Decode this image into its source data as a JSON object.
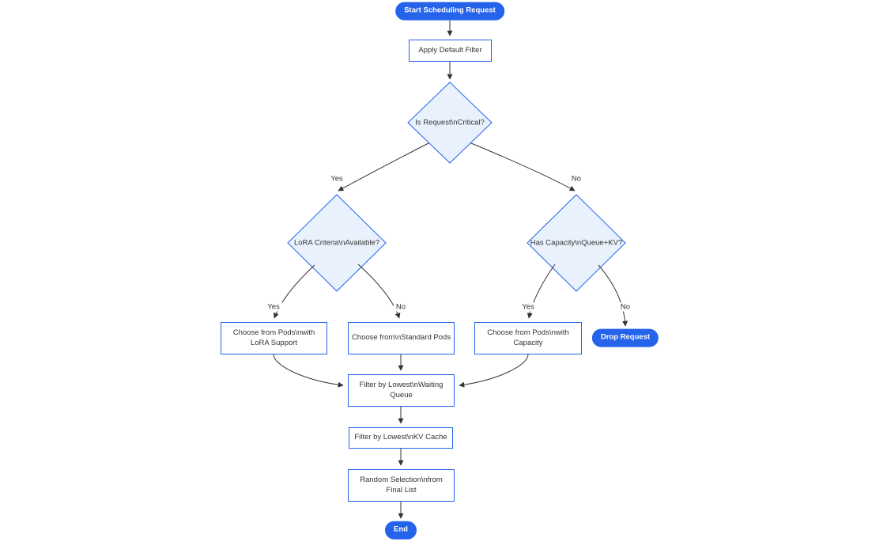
{
  "colors": {
    "accent": "#2563eb",
    "pill_fill": "#2563eb",
    "pill_text": "#ffffff",
    "node_fill": "#ffffff",
    "node_border": "#2563eb",
    "diamond_fill": "#e9f2fc",
    "node_text": "#333333",
    "edge_color": "#333333",
    "label_text": "#333333",
    "canvas_bg": "#ffffff"
  },
  "diagram": {
    "nodes": {
      "start": "Start Scheduling Request",
      "apply_filter": "Apply Default Filter",
      "is_critical": "Is Request\\nCritical?",
      "lora_available": "LoRA Criteria\\nAvailable?",
      "has_capacity": "Has Capacity\\nQueue+KV?",
      "choose_lora": "Choose from Pods\\nwith LoRA Support",
      "choose_standard": "Choose from\\nStandard Pods",
      "choose_capacity": "Choose from Pods\\nwith Capacity",
      "drop_request": "Drop Request",
      "filter_waiting_queue": "Filter by Lowest\\nWaiting Queue",
      "filter_kv_cache": "Filter by Lowest\\nKV Cache",
      "random_selection": "Random Selection\\nfrom Final List",
      "end": "End"
    },
    "edge_labels": {
      "critical_yes": "Yes",
      "critical_no": "No",
      "lora_yes": "Yes",
      "lora_no": "No",
      "capacity_yes": "Yes",
      "capacity_no": "No"
    }
  }
}
